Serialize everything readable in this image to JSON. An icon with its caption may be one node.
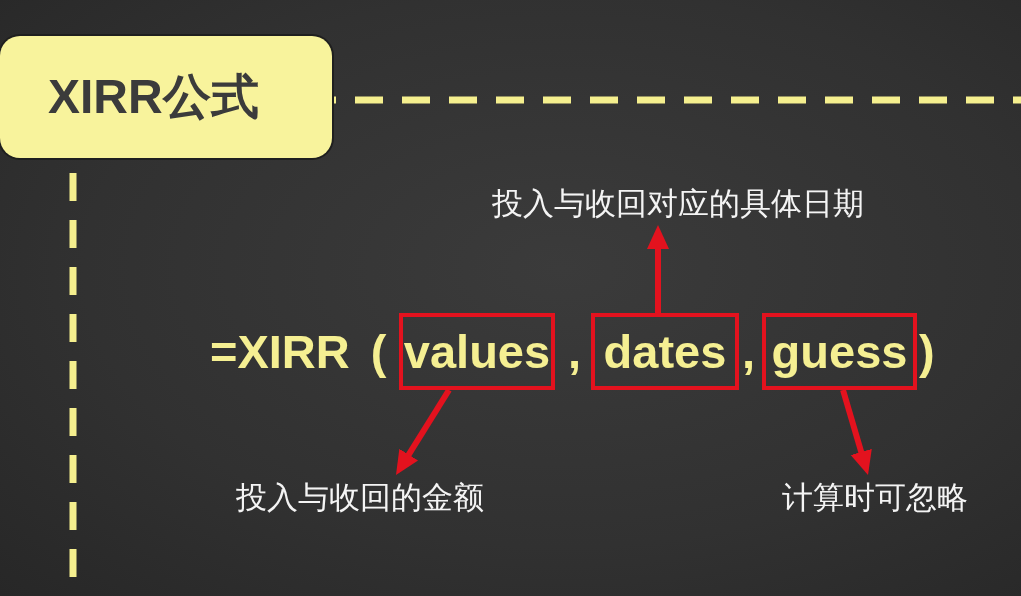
{
  "diagram": {
    "nodes": [
      {
        "text": [
          "XIRR公式"
        ]
      },
      {
        "text": [
          "投入与收回对应的具体日期"
        ]
      },
      {
        "text": [
          "values"
        ]
      },
      {
        "text": [
          "dates"
        ]
      },
      {
        "text": [
          "guess"
        ]
      },
      {
        "text": [
          "投入与收回的金额"
        ]
      },
      {
        "text": [
          "计算时可忽略"
        ]
      }
    ],
    "edges": [
      {
        "from": 3,
        "to": 1,
        "arrow": "to"
      },
      {
        "from": 2,
        "to": 5,
        "arrow": "to"
      },
      {
        "from": 4,
        "to": 6,
        "arrow": "to"
      },
      {
        "from": 0,
        "to": null,
        "arrow": "none",
        "style": "dashed",
        "color": "#f5ef8e"
      },
      {
        "from": 0,
        "to": null,
        "arrow": "none",
        "style": "dashed",
        "color": "#f5ef8e"
      }
    ],
    "labels": [
      "=XIRR (",
      ",",
      ",",
      ")"
    ]
  }
}
